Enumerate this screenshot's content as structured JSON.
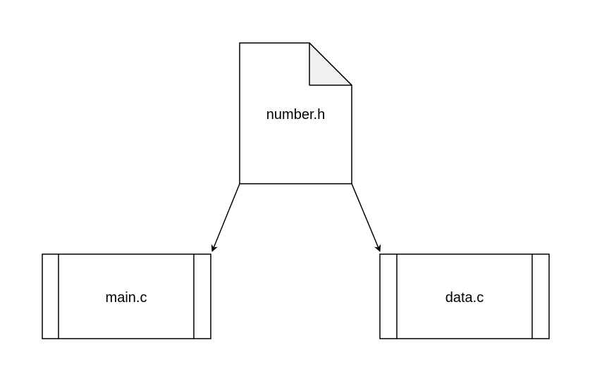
{
  "diagram": {
    "nodes": {
      "header": {
        "label": "number.h",
        "shape": "document"
      },
      "main": {
        "label": "main.c",
        "shape": "process"
      },
      "data": {
        "label": "data.c",
        "shape": "process"
      }
    },
    "edges": [
      {
        "from": "number.h",
        "to": "main.c"
      },
      {
        "from": "number.h",
        "to": "data.c"
      }
    ],
    "colors": {
      "stroke": "#000000",
      "fill": "#ffffff",
      "fold_fill": "#f0f0f0"
    }
  }
}
